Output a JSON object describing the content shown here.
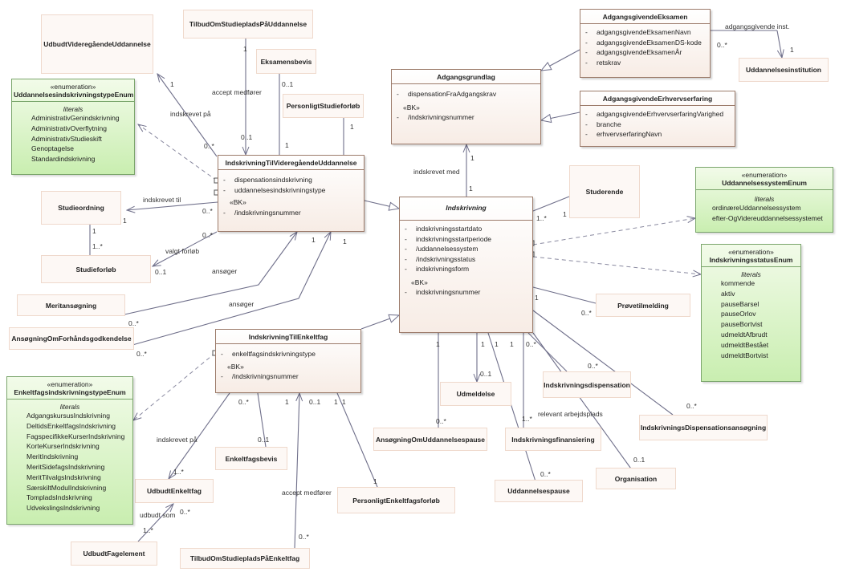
{
  "classes": {
    "udbudt_vg": "UdbudtVideregåendeUddannelse",
    "tilbud_stud": "TilbudOmStudiepladsPåUddannelse",
    "eksamensbevis": "Eksamensbevis",
    "pers_studieforlob": "PersonligtStudieforløb",
    "studieordning": "Studieordning",
    "studieforlob": "Studieforløb",
    "meritansogning": "Meritansøgning",
    "ansogning_forhand": "AnsøgningOmForhåndsgodkendelse",
    "uddannelsesinstitution": "Uddannelsesinstitution",
    "studerende": "Studerende",
    "provetilmelding": "Prøvetilmelding",
    "udmeldelse": "Udmeldelse",
    "indskr_disp": "Indskrivningsdispensation",
    "indskr_disp_ans": "IndskrivningsDispensationsansøgning",
    "ansogning_pause": "AnsøgningOmUddannelsespause",
    "indskr_fin": "Indskrivningsfinansiering",
    "organisation": "Organisation",
    "uddannelsespause": "Uddannelsespause",
    "enkeltfagsbevis": "Enkeltfagsbevis",
    "udbudt_enkeltfag": "UdbudtEnkeltfag",
    "pers_enkeltfag": "PersonligtEnkeltfagsforløb",
    "udbudt_fagelement": "UdbudtFagelement",
    "tilbud_enkeltfag": "TilbudOmStudiepladsPåEnkeltfag"
  },
  "adgangsgivende_eksamen": {
    "title": "AdgangsgivendeEksamen",
    "attrs": [
      {
        "vis": "-",
        "name": "adgangsgivendeEksamenNavn"
      },
      {
        "vis": "-",
        "name": "adgangsgivendeEksamenDS-kode"
      },
      {
        "vis": "-",
        "name": "adgangsgivendeEksamenÅr"
      },
      {
        "vis": "-",
        "name": "retskrav"
      }
    ]
  },
  "adgangsgivende_erhverv": {
    "title": "AdgangsgivendeErhvervserfaring",
    "attrs": [
      {
        "vis": "-",
        "name": "adgangsgivendeErhvervserfaringVarighed"
      },
      {
        "vis": "-",
        "name": "branche"
      },
      {
        "vis": "-",
        "name": "erhvervserfaringNavn"
      }
    ]
  },
  "adgangsgrundlag": {
    "title": "Adgangsgrundlag",
    "attrs": [
      {
        "vis": "-",
        "name": "dispensationFraAdgangskrav"
      }
    ],
    "bk": "«BK»",
    "bk_attrs": [
      {
        "vis": "-",
        "name": "/indskrivningsnummer"
      }
    ]
  },
  "indskr_vg": {
    "title": "IndskrivningTilVideregåendeUddannelse",
    "attrs": [
      {
        "vis": "-",
        "name": "dispensationsindskrivning"
      },
      {
        "vis": "-",
        "name": "uddannelsesindskrivningstype"
      }
    ],
    "bk": "«BK»",
    "bk_attrs": [
      {
        "vis": "-",
        "name": "/indskrivningsnummer"
      }
    ]
  },
  "indskrivning": {
    "title": "Indskrivning",
    "attrs": [
      {
        "vis": "-",
        "name": "indskrivningsstartdato"
      },
      {
        "vis": "-",
        "name": "indskrivningsstartperiode"
      },
      {
        "vis": "-",
        "name": "/uddannelsessystem"
      },
      {
        "vis": "-",
        "name": "/indskrivningsstatus"
      },
      {
        "vis": "-",
        "name": "indskrivningsform"
      }
    ],
    "bk": "«BK»",
    "bk_attrs": [
      {
        "vis": "-",
        "name": "indskrivningsnummer"
      }
    ]
  },
  "indskr_enkeltfag": {
    "title": "IndskrivningTilEnkeltfag",
    "attrs": [
      {
        "vis": "-",
        "name": "enkeltfagsindskrivningstype"
      }
    ],
    "bk": "«BK»",
    "bk_attrs": [
      {
        "vis": "-",
        "name": "/indskrivningsnummer"
      }
    ]
  },
  "enum_uddtype": {
    "stereotype": "«enumeration»",
    "title": "UddannelsesindskrivningstypeEnum",
    "literals_label": "literals",
    "items": [
      "AdministrativGenindskrivning",
      "AdministrativOverflytning",
      "AdministrativStudieskift",
      "Genoptagelse",
      "Standardindskrivning"
    ]
  },
  "enum_uddsystem": {
    "stereotype": "«enumeration»",
    "title": "UddannelsessystemEnum",
    "literals_label": "literals",
    "items": [
      "ordinæreUddannelsessystem",
      "efter-OgVidereuddannelsessystemet"
    ]
  },
  "enum_status": {
    "stereotype": "«enumeration»",
    "title": "IndskrivningsstatusEnum",
    "literals_label": "literals",
    "items": [
      "kommende",
      "aktiv",
      "pauseBarsel",
      "pauseOrlov",
      "pauseBortvist",
      "udmeldtAfbrudt",
      "udmeldtBestået",
      "udmeldtBortvist"
    ]
  },
  "enum_enkeltfag": {
    "stereotype": "«enumeration»",
    "title": "EnkeltfagsindskrivningstypeEnum",
    "literals_label": "literals",
    "items": [
      "AdgangskursusIndskrivning",
      "DeltidsEnkeltfagsIndskrivning",
      "FagspecifikkeKurserIndskrivning",
      "KorteKurserIndskrivning",
      "MeritIndskrivning",
      "MeritSidefagsIndskrivning",
      "MeritTilvalgsIndskrivning",
      "SærskiltModulIndskrivning",
      "TompladsIndskrivning",
      "UdvekslingsIndskrivning"
    ]
  },
  "labels": {
    "accept1": "accept medfører",
    "accept2": "accept medfører",
    "indskrevet_paa1": "indskrevet på",
    "indskrevet_paa2": "indskrevet på",
    "indskrevet_til": "indskrevet til",
    "valgt_forlob": "valgt forløb",
    "ansoger1": "ansøger",
    "ansoger2": "ansøger",
    "indskrevet_med": "indskrevet med",
    "adg_inst": "adgangsgivende inst.",
    "relevant_arb": "relevant arbejdsplads",
    "udbudt_som": "udbudt som"
  },
  "mult": {
    "m1": "1",
    "m2": "0..*",
    "m3": "1",
    "m4": "0..1",
    "m5": "0..1",
    "m6": "1",
    "m7": "1",
    "m8": "0..*",
    "m9": "1",
    "m10": "1",
    "m11": "1..*",
    "m12": "0..*",
    "m13": "0..1",
    "m14": "1",
    "m15": "1",
    "m16": "0..*",
    "m17": "0..*",
    "m18": "1",
    "m19": "1",
    "m20": "0..*",
    "m21": "1",
    "m22": "1..*",
    "m23": "1",
    "m24": "0..*",
    "m25": "1",
    "m26": "0..1",
    "m27": "1",
    "m28": "1",
    "m29": "1",
    "m30": "0..*",
    "m31": "1",
    "m32": "0..*",
    "m33": "0..*",
    "m34": "1..*",
    "m35": "0..1",
    "m36": "0..*",
    "m37": "0..*",
    "m38": "0..1",
    "m39": "1",
    "m40": "0..1",
    "m41": "1",
    "m42": "1",
    "m43": "1..*",
    "m44": "0..*",
    "m45": "1..*",
    "m46": "0..*",
    "m47": "1",
    "m48": "0..*"
  }
}
